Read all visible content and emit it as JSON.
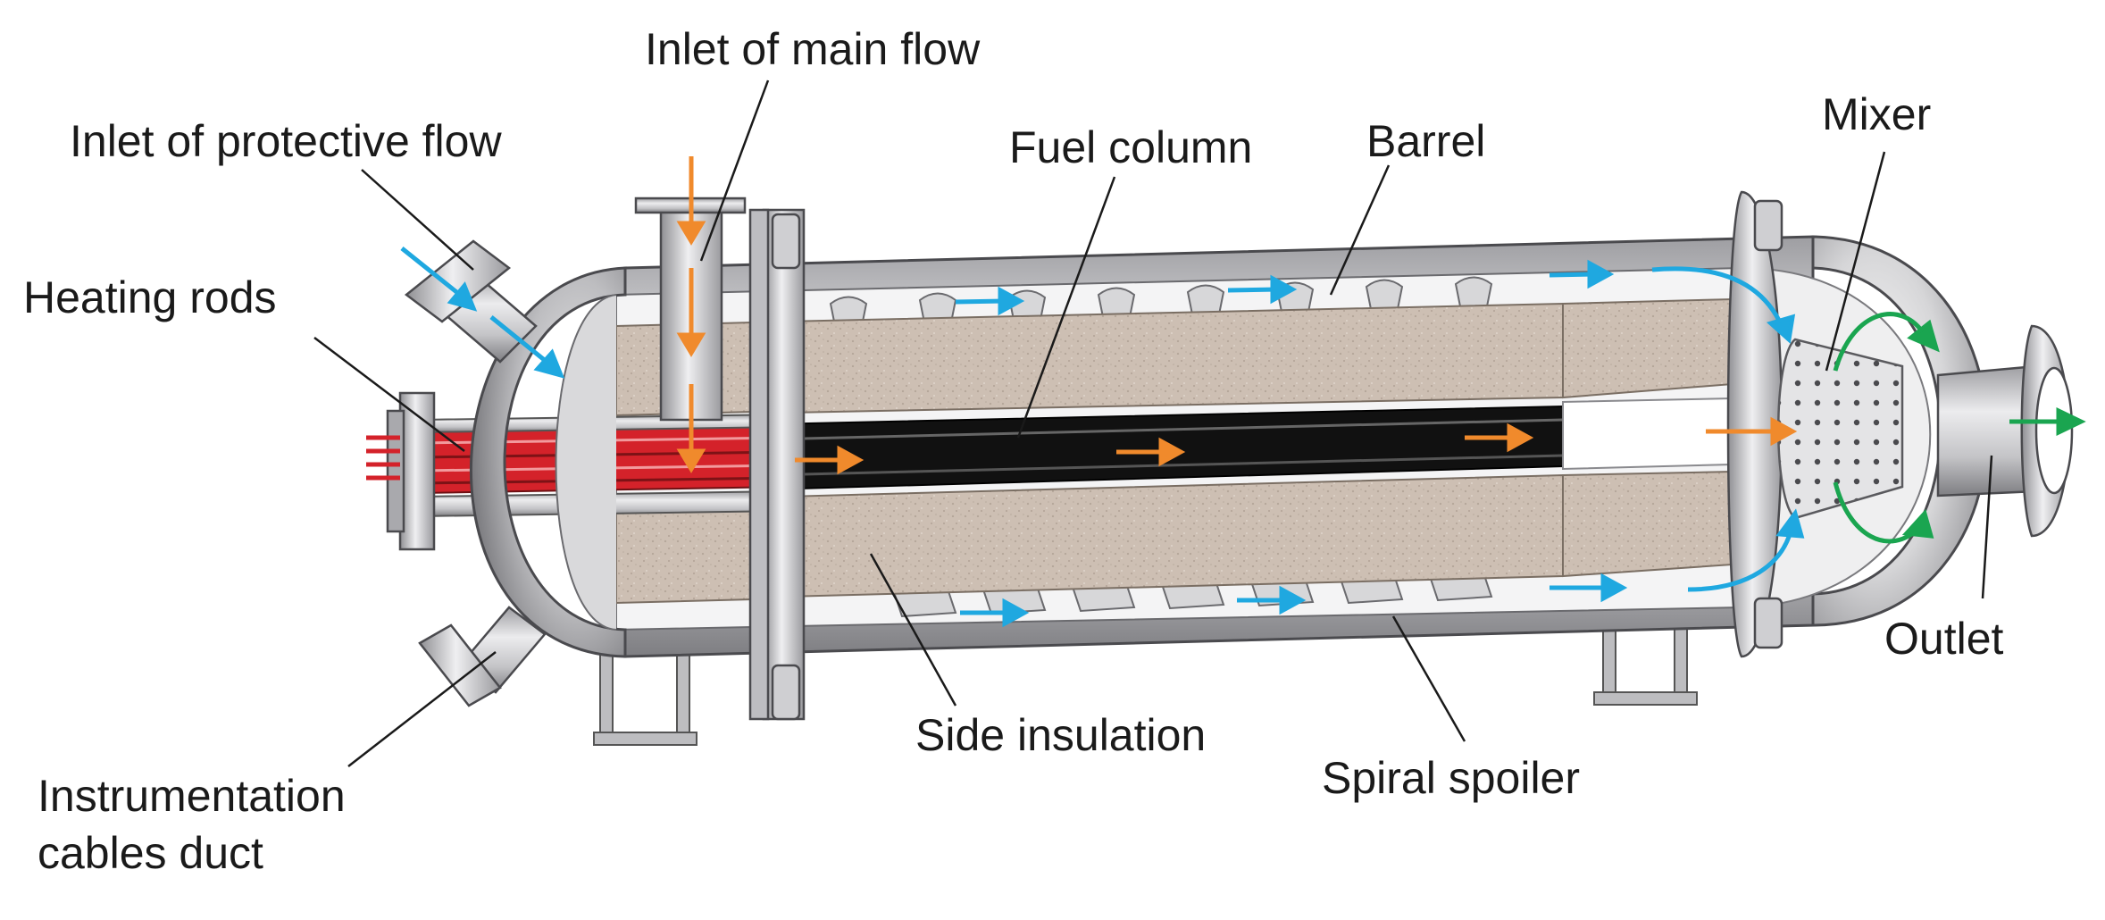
{
  "labels": {
    "inlet_main_flow": "Inlet of main flow",
    "inlet_protective_flow": "Inlet of protective flow",
    "heating_rods": "Heating rods",
    "fuel_column": "Fuel column",
    "barrel": "Barrel",
    "mixer": "Mixer",
    "outlet": "Outlet",
    "side_insulation": "Side insulation",
    "spiral_spoiler": "Spiral spoiler",
    "instrumentation_line1": "Instrumentation",
    "instrumentation_line2": "cables duct"
  },
  "colors": {
    "main_flow": "#f08a2c",
    "protective_flow": "#1fa8e0",
    "outlet_flow": "#1aa550",
    "heating_rods": "#d4222a",
    "insulation": "#cdbfb3",
    "fuel_column": "#111111",
    "metal": "#c9c9cb"
  }
}
